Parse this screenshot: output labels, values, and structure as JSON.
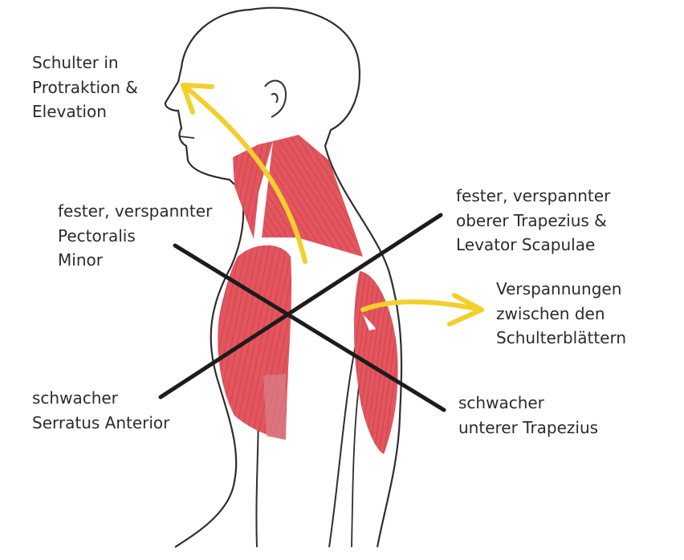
{
  "colors": {
    "muscle": "#e4555e",
    "muscle_fiber": "#a8333b",
    "outline": "#2e2e2e",
    "cross_line": "#1c1c1c",
    "arrow": "#f3cf2c",
    "text": "#2b2b2b"
  },
  "labels": {
    "shoulder": [
      "Schulter in",
      "Protraktion &",
      "Elevation"
    ],
    "pectoralis": [
      "fester, verspannter",
      "Pectoralis",
      "Minor"
    ],
    "trapezius_upper": [
      "fester, verspannter",
      "oberer Trapezius &",
      "Levator Scapulae"
    ],
    "scapula_tension": [
      "Verspannungen",
      "zwischen den",
      "Schulterblättern"
    ],
    "serratus": [
      "schwacher",
      "Serratus Anterior"
    ],
    "trapezius_lower": [
      "schwacher",
      "unterer Trapezius"
    ]
  }
}
